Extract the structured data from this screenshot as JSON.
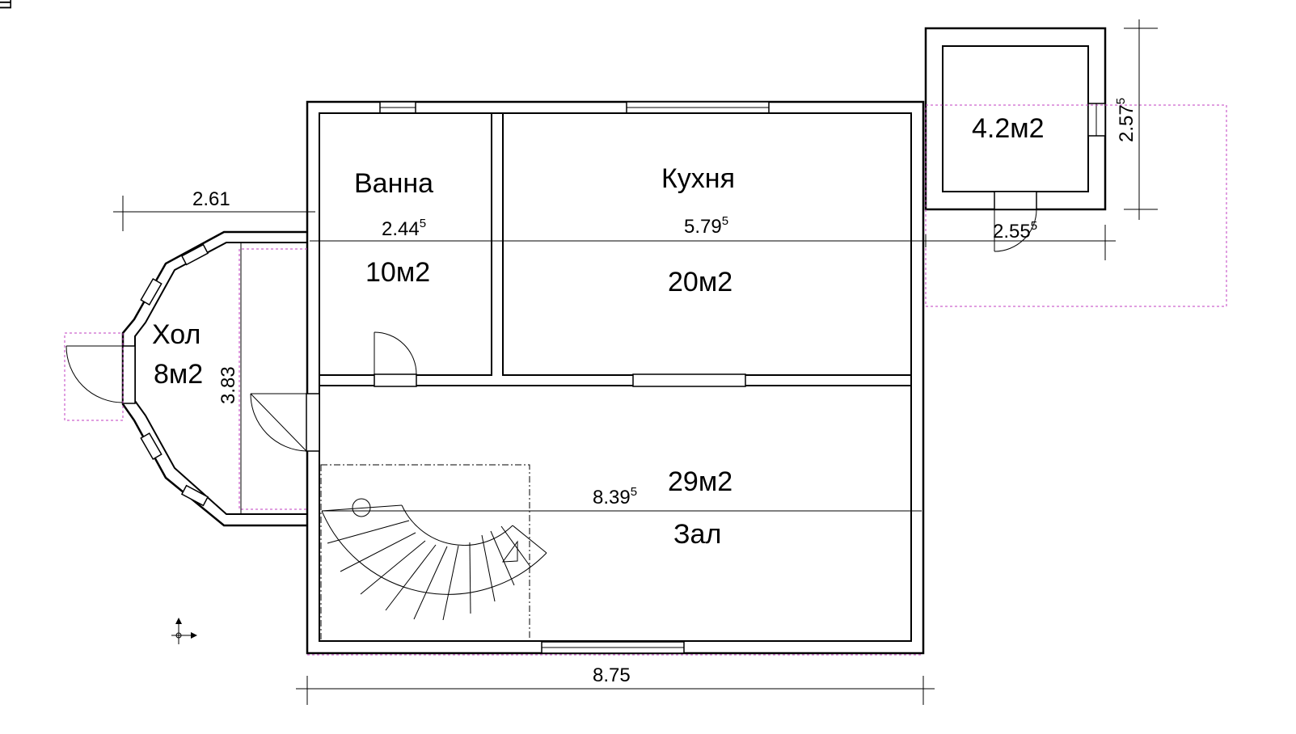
{
  "corner_mark": "Ш",
  "rooms": {
    "bath": {
      "name": "Ванна",
      "area": "10м2"
    },
    "kitchen": {
      "name": "Кухня",
      "area": "20м2"
    },
    "hall": {
      "name": "Хол",
      "area": "8м2"
    },
    "living": {
      "name": "Зал",
      "area": "29м2"
    },
    "annex": {
      "area": "4.2м2"
    }
  },
  "dimensions": {
    "d1": {
      "value": "2.61",
      "sup": ""
    },
    "d2": {
      "value": "2.44",
      "sup": "5"
    },
    "d3": {
      "value": "5.79",
      "sup": "5"
    },
    "d4": {
      "value": "2.55",
      "sup": "5"
    },
    "d5": {
      "value": "3.83",
      "sup": ""
    },
    "d6": {
      "value": "8.39",
      "sup": "5"
    },
    "d7": {
      "value": "8.75",
      "sup": ""
    },
    "d8": {
      "value": "2.57",
      "sup": "5"
    }
  },
  "colors": {
    "lines": "#000000",
    "guide": "#c03cc0",
    "background": "#ffffff"
  }
}
